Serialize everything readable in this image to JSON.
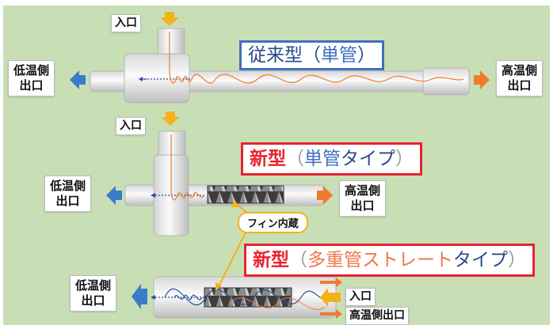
{
  "labels": {
    "inlet": "入口",
    "low_outlet": "低温側\n出口",
    "low_outlet_l1": "低温側",
    "low_outlet_l2": "出口",
    "high_outlet_l1": "高温側",
    "high_outlet_l2": "出口",
    "high_outlet_single": "高温側出口",
    "fin_builtin": "フィン内蔵"
  },
  "titles": {
    "conventional_main": "従来型（",
    "conventional_pipe": "単管",
    "conventional_close": "）",
    "new1_main": "新型",
    "new1_paren_open": "（",
    "new1_pipe": "単管",
    "new1_type": "タイプ",
    "new1_paren_close": "）",
    "new2_main": "新型",
    "new2_paren_open": "（",
    "new2_pipe": "多重管ストレート",
    "new2_type": "タイプ",
    "new2_paren_close": "）"
  },
  "colors": {
    "background": "#c8dfb6",
    "cold_arrow": "#3a7cc8",
    "hot_arrow": "#ef7b2f",
    "inlet_arrow": "#f2b31a",
    "red_border": "#e8232f",
    "blue_border": "#3f6fbf"
  }
}
